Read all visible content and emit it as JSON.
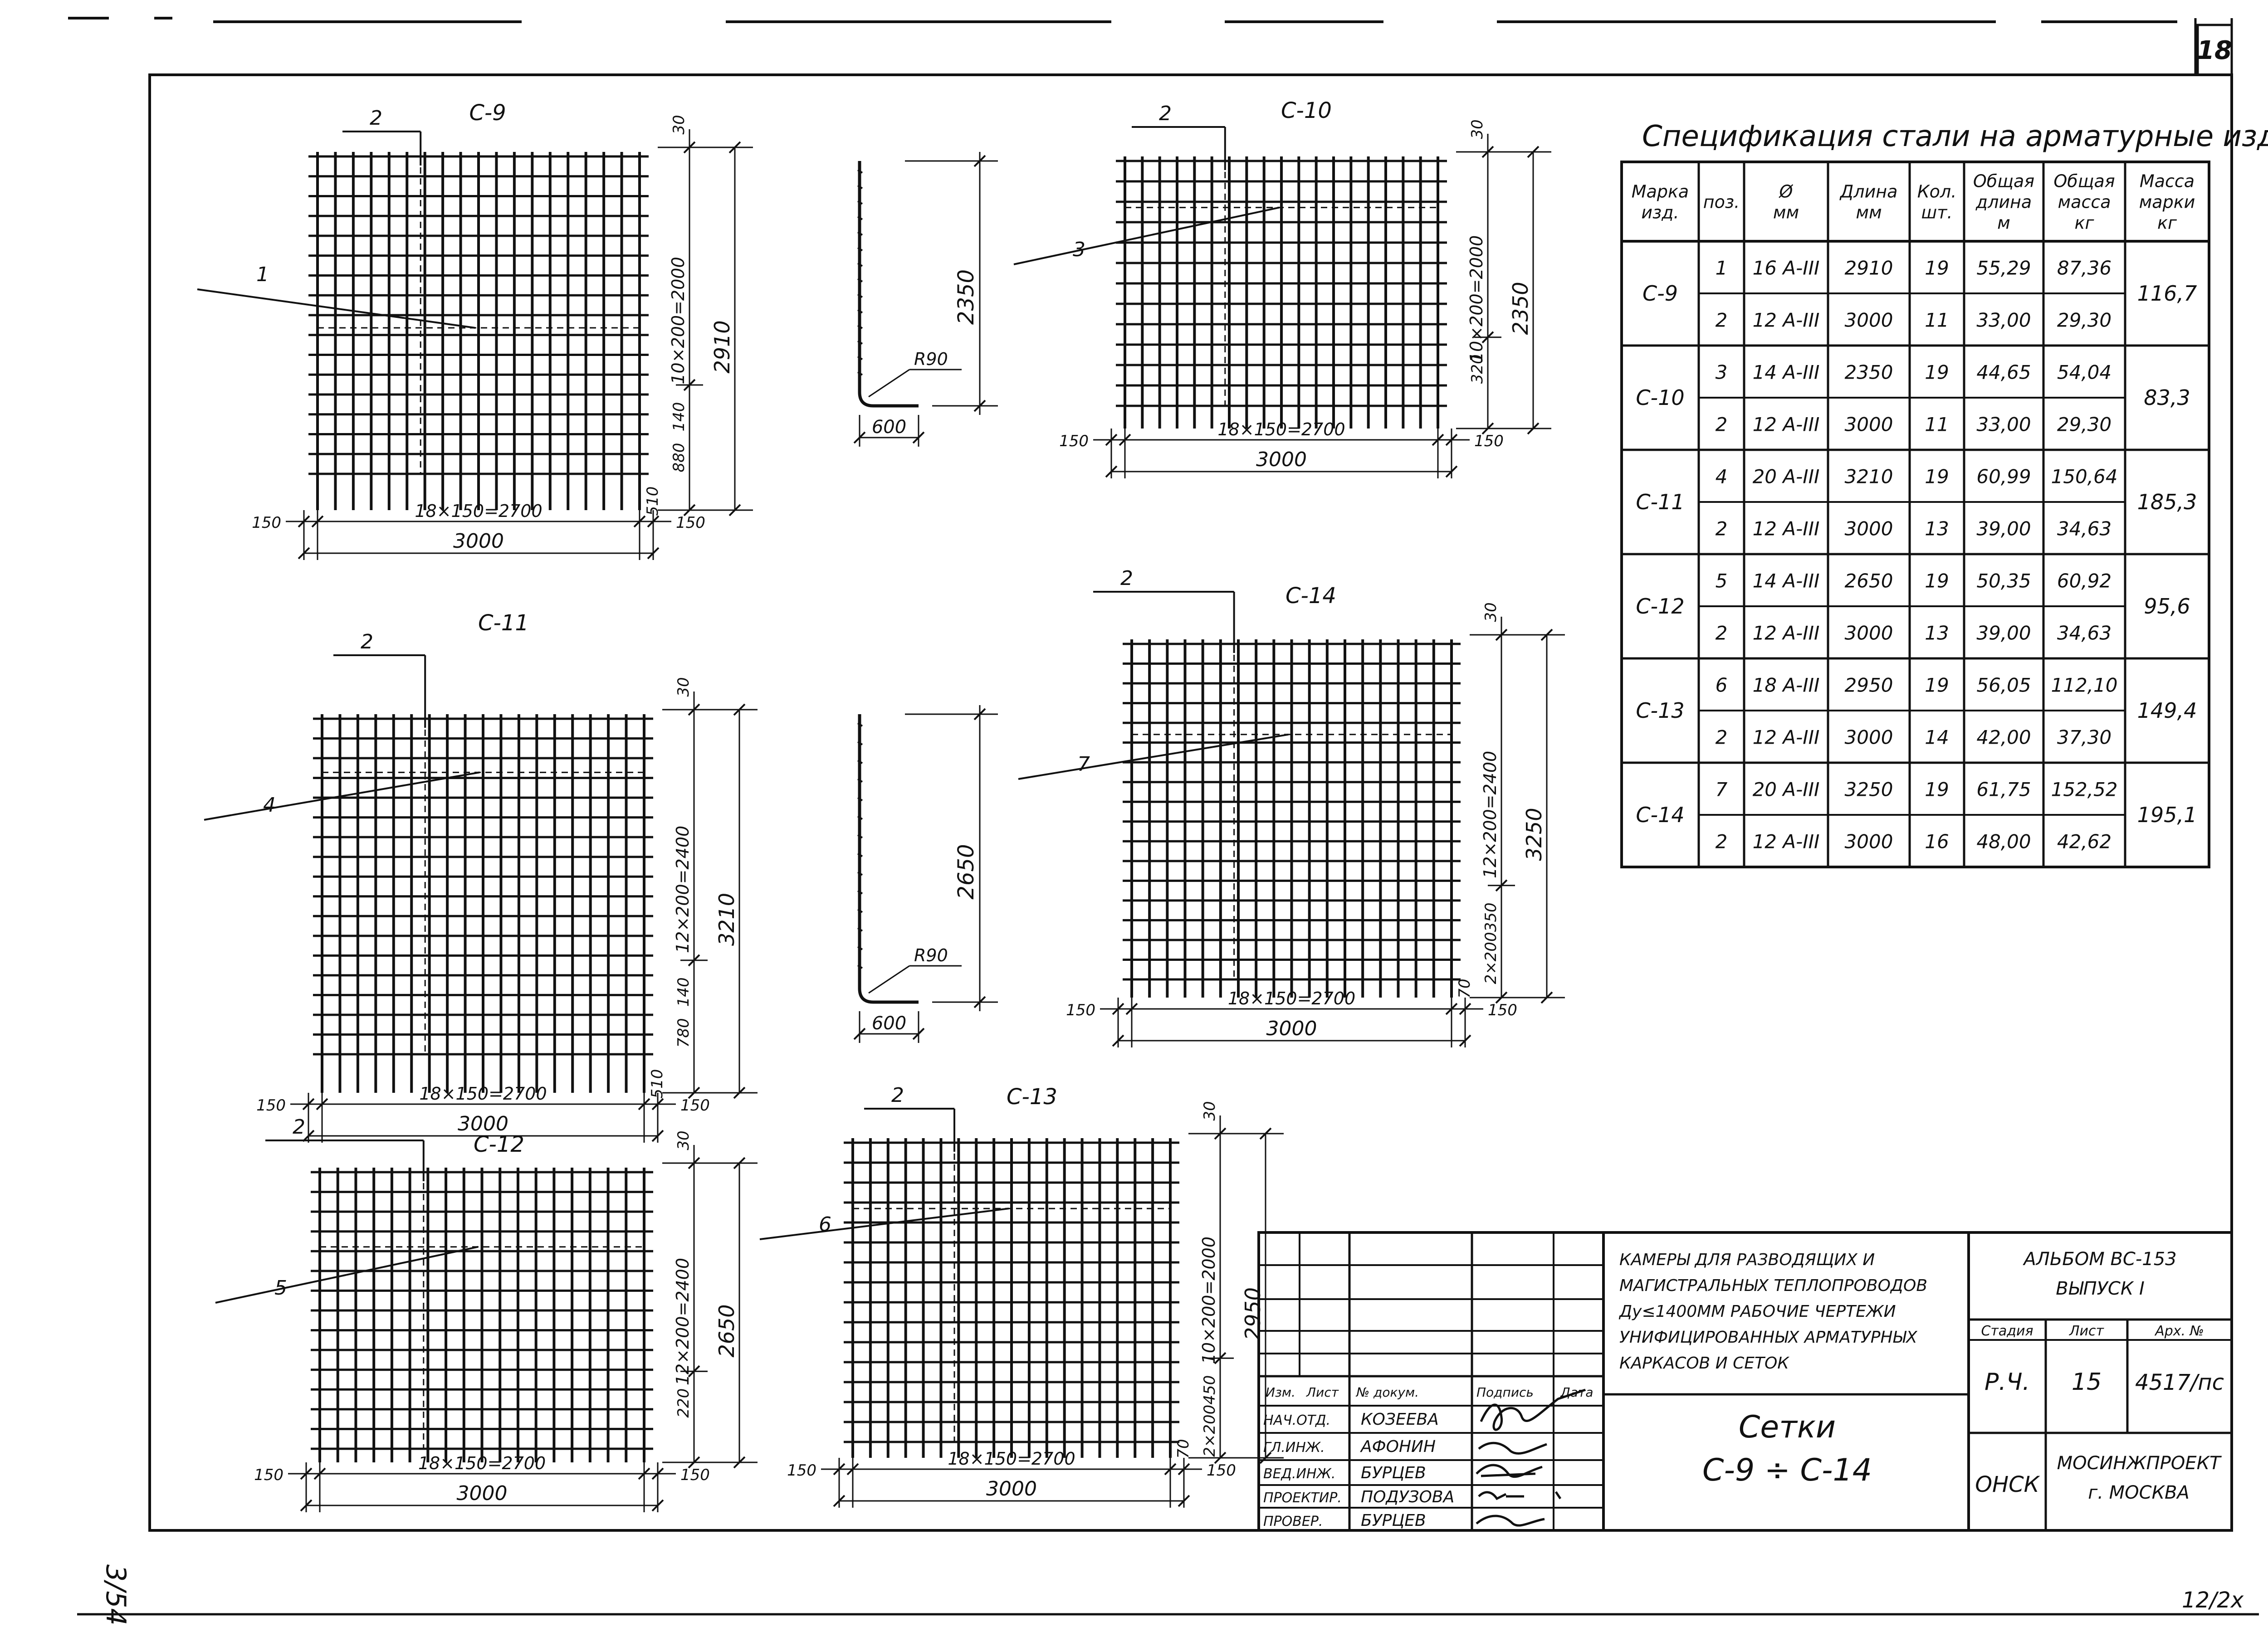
{
  "sheet": {
    "sheet_number": "18",
    "side_mark": "3/54",
    "corner_mark": "12/2x"
  },
  "meshes": [
    {
      "mark": "С-9",
      "bar_long": "1",
      "bar_short": "2",
      "grid": "18×150=2700",
      "width": "3000",
      "edge_left": "150",
      "edge_right": "150",
      "height": "2910",
      "v_dim": "10×200=2000",
      "v_top": "30",
      "v_bot1": "140",
      "v_bot2": "880",
      "v_bot3": "510"
    },
    {
      "mark": "С-10",
      "bar_long": "3",
      "bar_short": "2",
      "grid": "18×150=2700",
      "width": "3000",
      "edge_left": "150",
      "edge_right": "150",
      "height": "2350",
      "v_dim": "10×200=2000",
      "v_top": "30",
      "v_bot1": "320"
    },
    {
      "mark": "С-11",
      "bar_long": "4",
      "bar_short": "2",
      "grid": "18×150=2700",
      "width": "3000",
      "edge_left": "150",
      "edge_right": "150",
      "height": "3210",
      "v_dim": "12×200=2400",
      "v_top": "30",
      "v_bot1": "140",
      "v_bot2": "780",
      "v_bot3": "510"
    },
    {
      "mark": "С-12",
      "bar_long": "5",
      "bar_short": "2",
      "grid": "18×150=2700",
      "width": "3000",
      "edge_left": "150",
      "edge_right": "150",
      "height": "2650",
      "v_dim": "12×200=2400",
      "v_top": "30",
      "v_bot1": "220"
    },
    {
      "mark": "С-13",
      "bar_long": "6",
      "bar_short": "2",
      "grid": "18×150=2700",
      "width": "3000",
      "edge_left": "150",
      "edge_right": "150",
      "height": "2950",
      "v_dim": "10×200=2000",
      "v_top": "30",
      "v_bot1": "450",
      "v_bot2": "2×200",
      "v_bot3": "70"
    },
    {
      "mark": "С-14",
      "bar_long": "7",
      "bar_short": "2",
      "grid": "18×150=2700",
      "width": "3000",
      "edge_left": "150",
      "edge_right": "150",
      "height": "3250",
      "v_dim": "12×200=2400",
      "v_top": "30",
      "v_bot1": "350",
      "v_bot2": "2×200",
      "v_bot3": "70"
    }
  ],
  "bends": [
    {
      "length": "2350",
      "foot": "600",
      "radius": "R90"
    },
    {
      "length": "2650",
      "foot": "600",
      "radius": "R90"
    }
  ],
  "spec": {
    "title": "Спецификация стали на арматурные изделия",
    "headers": [
      "Марка изд.",
      "поз.",
      "Ø мм",
      "Длина мм",
      "Кол. шт.",
      "Общая длина м",
      "Общая масса кг",
      "Масса марки кг"
    ],
    "groups": [
      {
        "mark": "С-9",
        "total": "116,7",
        "rows": [
          [
            "1",
            "16 А-III",
            "2910",
            "19",
            "55,29",
            "87,36"
          ],
          [
            "2",
            "12 А-III",
            "3000",
            "11",
            "33,00",
            "29,30"
          ]
        ]
      },
      {
        "mark": "С-10",
        "total": "83,3",
        "rows": [
          [
            "3",
            "14 А-III",
            "2350",
            "19",
            "44,65",
            "54,04"
          ],
          [
            "2",
            "12 А-III",
            "3000",
            "11",
            "33,00",
            "29,30"
          ]
        ]
      },
      {
        "mark": "С-11",
        "total": "185,3",
        "rows": [
          [
            "4",
            "20 А-III",
            "3210",
            "19",
            "60,99",
            "150,64"
          ],
          [
            "2",
            "12 А-III",
            "3000",
            "13",
            "39,00",
            "34,63"
          ]
        ]
      },
      {
        "mark": "С-12",
        "total": "95,6",
        "rows": [
          [
            "5",
            "14 А-III",
            "2650",
            "19",
            "50,35",
            "60,92"
          ],
          [
            "2",
            "12 А-III",
            "3000",
            "13",
            "39,00",
            "34,63"
          ]
        ]
      },
      {
        "mark": "С-13",
        "total": "149,4",
        "rows": [
          [
            "6",
            "18 А-III",
            "2950",
            "19",
            "56,05",
            "112,10"
          ],
          [
            "2",
            "12 А-III",
            "3000",
            "14",
            "42,00",
            "37,30"
          ]
        ]
      },
      {
        "mark": "С-14",
        "total": "195,1",
        "rows": [
          [
            "7",
            "20 А-III",
            "3250",
            "19",
            "61,75",
            "152,52"
          ],
          [
            "2",
            "12 А-III",
            "3000",
            "16",
            "48,00",
            "42,62"
          ]
        ]
      }
    ]
  },
  "title_block": {
    "project_lines": [
      "КАМЕРЫ ДЛЯ РАЗВОДЯЩИХ И",
      "МАГИСТРАЛЬНЫХ ТЕПЛОПРОВОДОВ",
      "Ду≤1400ММ РАБОЧИЕ ЧЕРТЕЖИ",
      "УНИФИЦИРОВАННЫХ АРМАТУРНЫХ",
      "КАРКАСОВ И СЕТОК"
    ],
    "album": "АЛЬБОМ ВС-153",
    "issue": "ВЫПУСК I",
    "col_stage": "Стадия",
    "col_sheet": "Лист",
    "col_archive": "Арх. №",
    "stage": "Р.Ч.",
    "sheet": "15",
    "archive": "4517/пс",
    "drawing_title_1": "Сетки",
    "drawing_title_2": "С-9 ÷ С-14",
    "dept": "ОНСК",
    "org_1": "МОСИНЖПРОЕКТ",
    "org_2": "г. МОСКВА",
    "sig_headers": [
      "Изм.",
      "Лист",
      "№ докум.",
      "Подпись",
      "Дата"
    ],
    "staff": [
      {
        "role": "НАЧ.ОТД.",
        "name": "КОЗЕЕВА"
      },
      {
        "role": "ГЛ.ИНЖ.",
        "name": "АФОНИН"
      },
      {
        "role": "ВЕД.ИНЖ.",
        "name": "БУРЦЕВ"
      },
      {
        "role": "ПРОЕКТИР.",
        "name": "ПОДУЗОВА"
      },
      {
        "role": "ПРОВЕР.",
        "name": "БУРЦЕВ"
      }
    ]
  }
}
